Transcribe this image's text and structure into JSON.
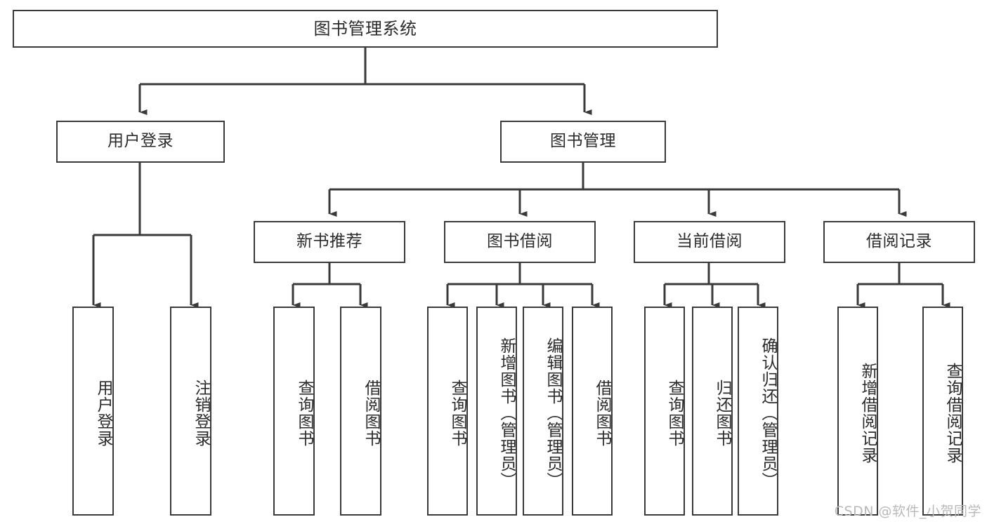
{
  "diagram": {
    "title": "图书管理系统",
    "type": "tree",
    "root": {
      "label": "图书管理系统"
    },
    "level1": [
      {
        "label": "用户登录"
      },
      {
        "label": "图书管理"
      }
    ],
    "level2": [
      {
        "label": "新书推荐"
      },
      {
        "label": "图书借阅"
      },
      {
        "label": "当前借阅"
      },
      {
        "label": "借阅记录"
      }
    ],
    "leaves": {
      "user_login": [
        {
          "label": "用户登录"
        },
        {
          "label": "注销登录"
        }
      ],
      "new_book_recommend": [
        {
          "label": "查询图书"
        },
        {
          "label": "借阅图书"
        }
      ],
      "book_borrow": [
        {
          "label": "查询图书"
        },
        {
          "label": "新增图书（管理员）"
        },
        {
          "label": "编辑图书（管理员）"
        },
        {
          "label": "借阅图书"
        }
      ],
      "current_borrow": [
        {
          "label": "查询图书"
        },
        {
          "label": "归还图书"
        },
        {
          "label": "确认归还（管理员）"
        }
      ],
      "borrow_record": [
        {
          "label": "新增借阅记录"
        },
        {
          "label": "查询借阅记录"
        }
      ]
    }
  },
  "watermark": {
    "text": "CSDN @软件_小贺同学"
  },
  "colors": {
    "stroke": "#3a3a3a",
    "text": "#2b2b2b",
    "background": "#ffffff",
    "watermark": "#b9b9b9"
  }
}
